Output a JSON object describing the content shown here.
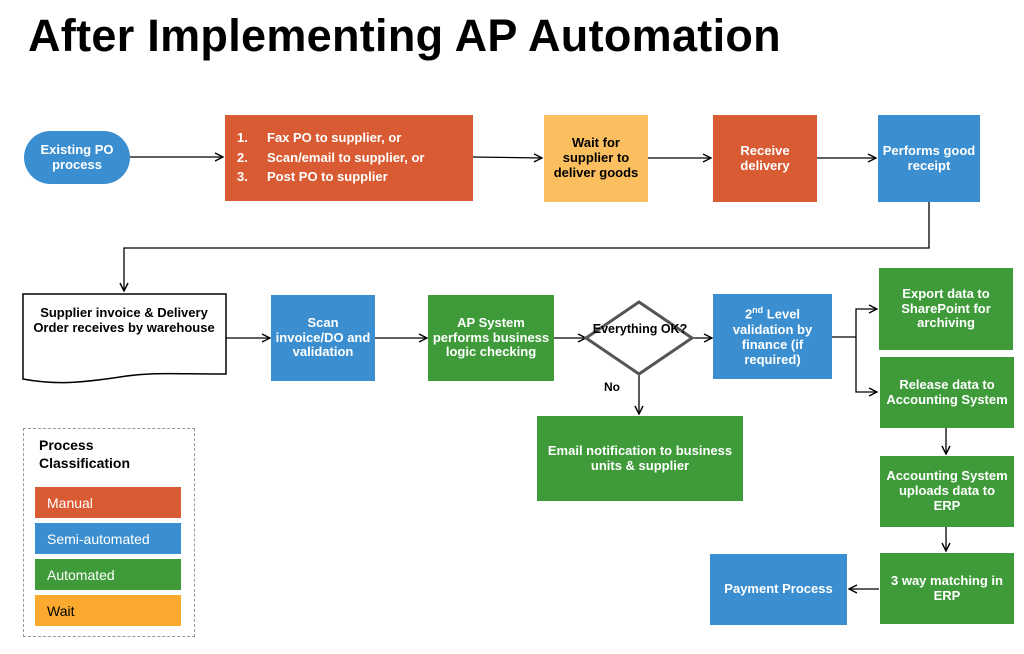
{
  "title": "After Implementing AP Automation",
  "nodes": {
    "existing_po": "Existing PO process",
    "send_po": {
      "items": [
        {
          "num": "1.",
          "text": "Fax PO to supplier, or"
        },
        {
          "num": "2.",
          "text": "Scan/email to supplier, or"
        },
        {
          "num": "3.",
          "text": "Post PO to supplier"
        }
      ]
    },
    "wait_delivery": "Wait for supplier to deliver goods",
    "receive_delivery": "Receive delivery",
    "good_receipt": "Performs good receipt",
    "supplier_invoice": "Supplier invoice & Delivery Order receives by warehouse",
    "scan_invoice": "Scan invoice/DO and validation",
    "ap_system": "AP System performs business logic checking",
    "everything_ok": "Everything OK?",
    "no_label": "No",
    "second_level_sup": "nd",
    "second_level_num": "2",
    "second_level_rest": "Level validation by finance (if required)",
    "email_notification": "Email notification to business units & supplier",
    "export_data": "Export data to SharePoint for archiving",
    "release_data": "Release data to Accounting System",
    "accounting_uploads": "Accounting System uploads data to ERP",
    "three_way": "3 way matching in ERP",
    "payment": "Payment Process"
  },
  "legend": {
    "title": "Process Classification",
    "items": [
      {
        "label": "Manual",
        "color": "#d95b33"
      },
      {
        "label": "Semi-automated",
        "color": "#3b8fd0"
      },
      {
        "label": "Automated",
        "color": "#3f9b3a"
      },
      {
        "label": "Wait",
        "color": "#fbaa2f"
      }
    ]
  },
  "colors": {
    "manual": "#d95b33",
    "semi_automated": "#3b8fd0",
    "automated": "#3f9b3a",
    "wait": "#fbbf5f"
  }
}
